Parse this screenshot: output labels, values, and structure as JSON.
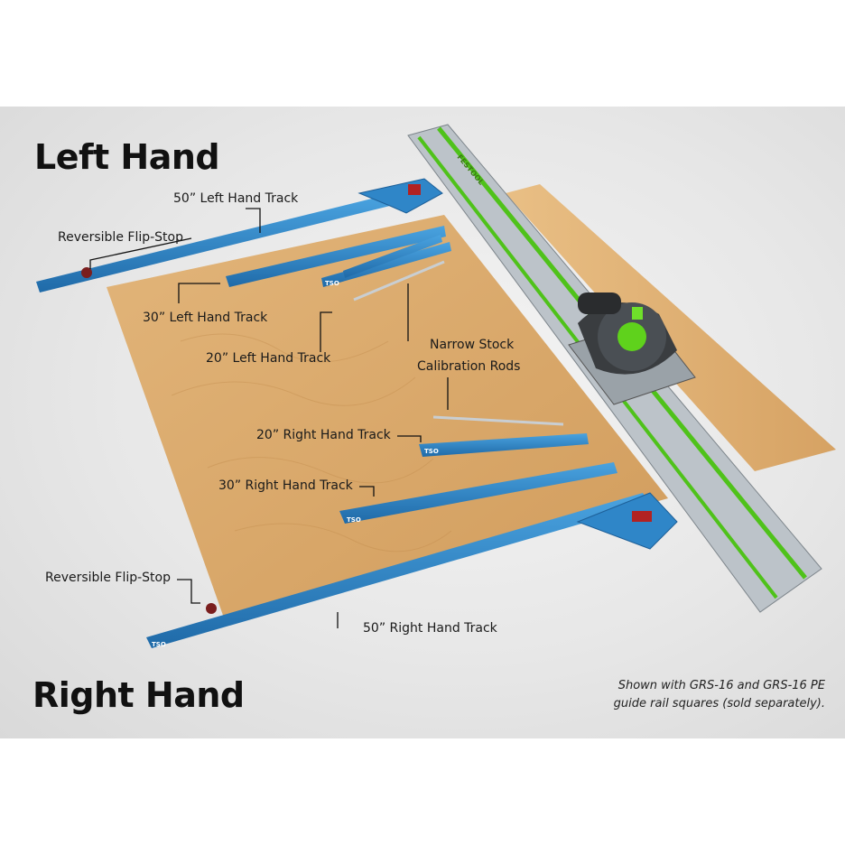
{
  "headings": {
    "left_hand": "Left Hand",
    "right_hand": "Right Hand"
  },
  "labels": {
    "left_50": "50” Left Hand Track",
    "left_flip_stop": "Reversible Flip-Stop",
    "left_30": "30” Left Hand Track",
    "left_20": "20” Left Hand Track",
    "rods_line1": "Narrow Stock",
    "rods_line2": "Calibration Rods",
    "right_20": "20” Right Hand Track",
    "right_30": "30” Right Hand Track",
    "right_flip_stop": "Reversible Flip-Stop",
    "right_50": "50” Right Hand Track"
  },
  "note": {
    "line1": "Shown with GRS-16 and GRS-16 PE",
    "line2": "guide rail squares (sold separately)."
  },
  "branding": {
    "track_logo": "TSO",
    "rail_logo": "FESTOOL"
  },
  "colors": {
    "track_blue": "#2f86c8",
    "track_blue_dark": "#1d5f98",
    "plywood": "#d9aa6c",
    "guide_rail": "#b9c0c6",
    "rail_green": "#4fc21a",
    "stop_red": "#b22222"
  }
}
